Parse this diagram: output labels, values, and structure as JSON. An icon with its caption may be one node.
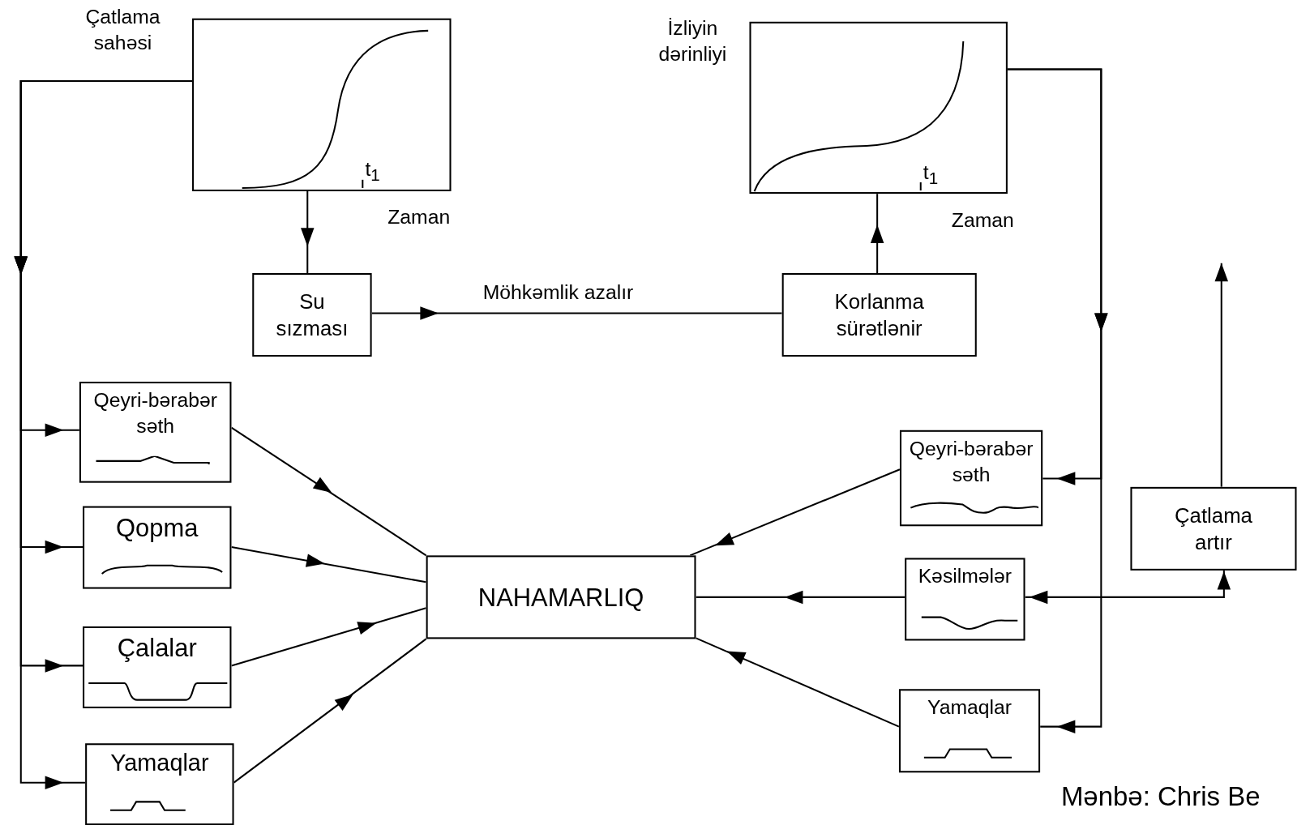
{
  "diagram": {
    "caption": "Mənbə: Chris Be",
    "nodes": [
      {
        "text": [
          "Çatlama sahəsi",
          "t$_{1}$"
        ],
        "beside": [
          "Zaman"
        ]
      },
      {
        "text": [
          "İzliyin dərinliyi",
          "t$_{1}$"
        ],
        "beside": [
          "Zaman"
        ]
      },
      {
        "text": [
          "Su sızması"
        ]
      },
      {
        "text": [
          "Korlanma sürətlənir"
        ]
      },
      {
        "text": [
          "Qeyri-bərabər səth"
        ]
      },
      {
        "text": [
          "Qopma"
        ]
      },
      {
        "text": [
          "Çalalar"
        ]
      },
      {
        "text": [
          "Yamaqlar"
        ]
      },
      {
        "text": [
          "NAHAMARLIQ"
        ]
      },
      {
        "text": [
          "Qeyri-bərabər səth"
        ]
      },
      {
        "text": [
          "Çatlama artır"
        ]
      },
      {
        "text": [
          "Kəsilmələr"
        ]
      },
      {
        "text": [
          "Yamaqlar"
        ]
      }
    ],
    "edges": [
      {
        "from": 0,
        "to": 4,
        "arrow": "to"
      },
      {
        "from": 0,
        "to": 5,
        "arrow": "to"
      },
      {
        "from": 0,
        "to": 6,
        "arrow": "to"
      },
      {
        "from": 0,
        "to": 7,
        "arrow": "to"
      },
      {
        "from": 0,
        "to": 2,
        "arrow": "to"
      },
      {
        "from": 2,
        "to": 3,
        "arrow": "to",
        "label": "Möhkəmlik azalır"
      },
      {
        "from": 3,
        "to": 1,
        "arrow": "to"
      },
      {
        "from": 1,
        "to": 9,
        "arrow": "to"
      },
      {
        "from": 1,
        "to": 12,
        "arrow": "to"
      },
      {
        "from": 4,
        "to": 8,
        "arrow": "to"
      },
      {
        "from": 5,
        "to": 8,
        "arrow": "to"
      },
      {
        "from": 6,
        "to": 8,
        "arrow": "to"
      },
      {
        "from": 7,
        "to": 8,
        "arrow": "to"
      },
      {
        "from": 9,
        "to": 8,
        "arrow": "to"
      },
      {
        "from": 11,
        "to": 8,
        "arrow": "to"
      },
      {
        "from": 12,
        "to": 8,
        "arrow": "to"
      },
      {
        "from": 11,
        "to": 10,
        "arrow": "both"
      },
      {
        "from": 10,
        "to": null,
        "arrow": "to"
      }
    ]
  }
}
